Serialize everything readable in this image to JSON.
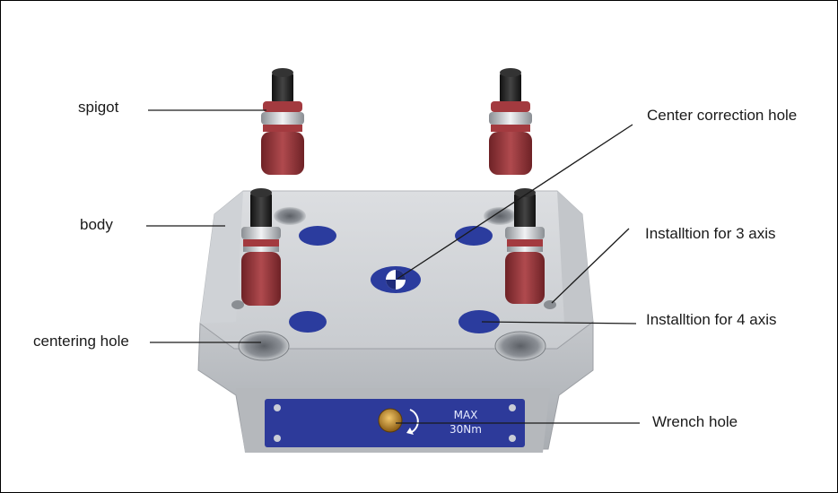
{
  "labels": {
    "spigot": "spigot",
    "body": "body",
    "centering_hole": "centering hole",
    "center_correction_hole": "Center correction hole",
    "installation_3_axis": "Installtion for 3 axis",
    "installation_4_axis": "Installtion for 4 axis",
    "wrench_hole": "Wrench hole"
  },
  "plate": {
    "max_text": "MAX",
    "torque_text": "30Nm"
  },
  "colors": {
    "body_top": "#d6d8db",
    "body_front": "#b9bcc0",
    "insert_blue": "#2b3c9e",
    "spigot_red": "#8f2f33",
    "thread_black": "#1b1b1b",
    "plate_blue": "#2d3a9a"
  }
}
